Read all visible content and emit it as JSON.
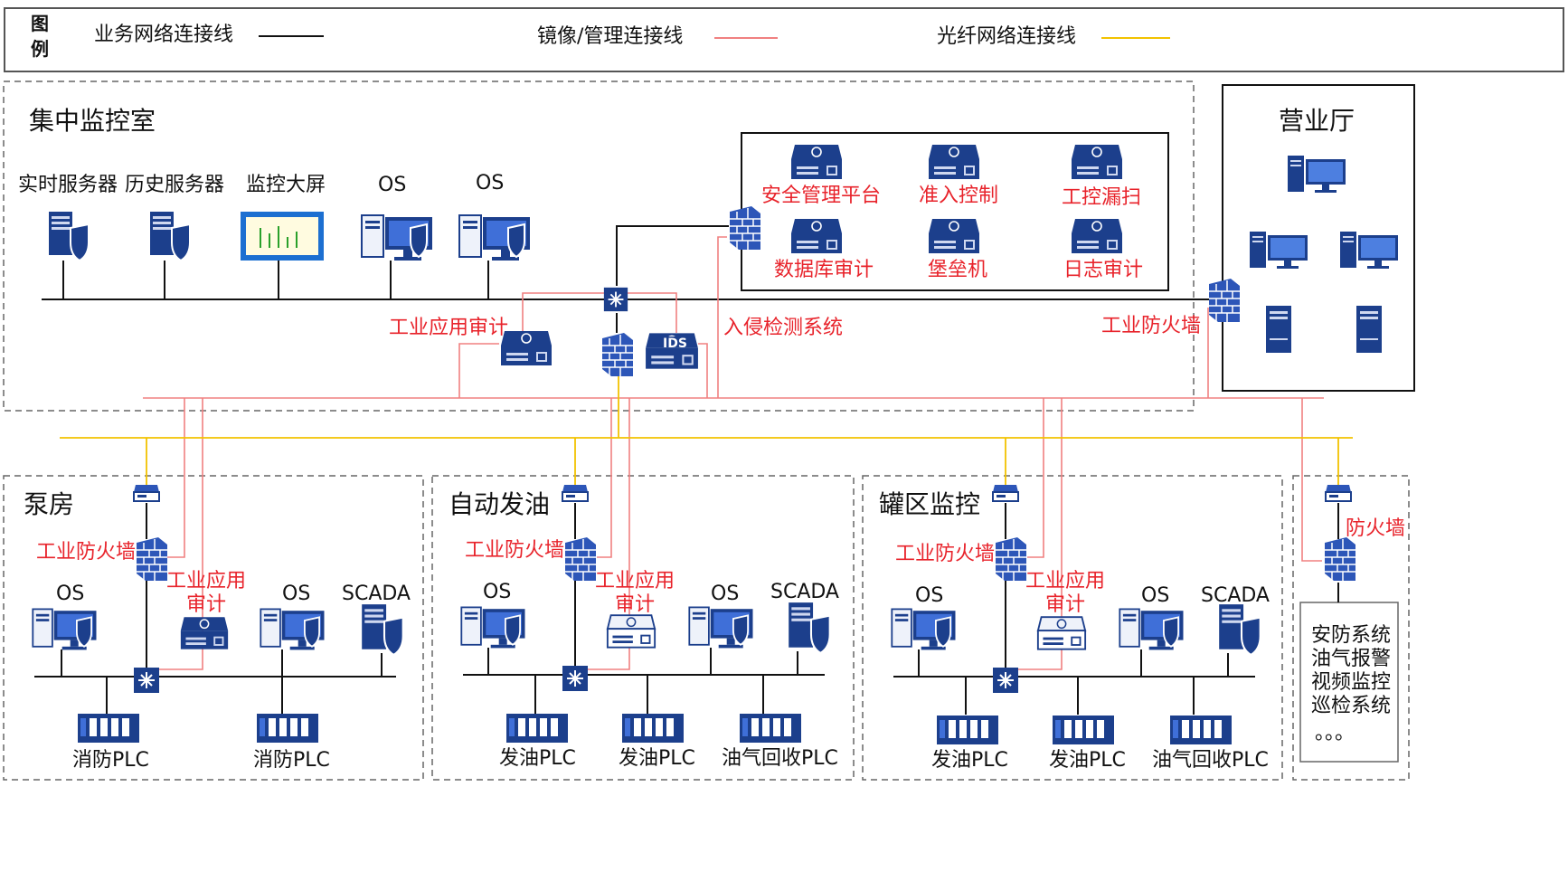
{
  "legend": {
    "title_line1": "图",
    "title_line2": "例",
    "business": "业务网络连接线",
    "mirror": "镜像/管理连接线",
    "fiber": "光纤网络连接线",
    "colors": {
      "business": "#111111",
      "mirror": "#f08080",
      "fiber": "#f2c200"
    }
  },
  "control_room": {
    "title": "集中监控室",
    "devices": {
      "realtime_server": "实时服务器",
      "history_server": "历史服务器",
      "big_screen": "监控大屏",
      "os1": "OS",
      "os2": "OS"
    },
    "security_panel": {
      "security_mgmt": "安全管理平台",
      "access_control": "准入控制",
      "vuln_scan": "工控漏扫",
      "db_audit": "数据库审计",
      "bastion": "堡垒机",
      "log_audit": "日志审计"
    },
    "industrial_app_audit": "工业应用审计",
    "ids_label": "IDS",
    "intrusion_detection": "入侵检测系统",
    "industrial_firewall": "工业防火墙"
  },
  "business_hall": {
    "title": "营业厅"
  },
  "pump_room": {
    "title": "泵房",
    "firewall": "工业防火墙",
    "app_audit": "工业应用\n审计",
    "os1": "OS",
    "os2": "OS",
    "scada": "SCADA",
    "plc1": "消防PLC",
    "plc2": "消防PLC"
  },
  "auto_fuel": {
    "title": "自动发油",
    "firewall": "工业防火墙",
    "app_audit": "工业应用\n审计",
    "os1": "OS",
    "os2": "OS",
    "scada": "SCADA",
    "plc1": "发油PLC",
    "plc2": "发油PLC",
    "plc3": "油气回收PLC"
  },
  "tank_area": {
    "title": "罐区监控",
    "firewall": "工业防火墙",
    "app_audit": "工业应用\n审计",
    "os1": "OS",
    "os2": "OS",
    "scada": "SCADA",
    "plc1": "发油PLC",
    "plc2": "发油PLC",
    "plc3": "油气回收PLC"
  },
  "security_systems": {
    "firewall": "防火墙",
    "items": [
      "安防系统",
      "油气报警",
      "视频监控",
      "巡检系统",
      "。。。"
    ]
  }
}
